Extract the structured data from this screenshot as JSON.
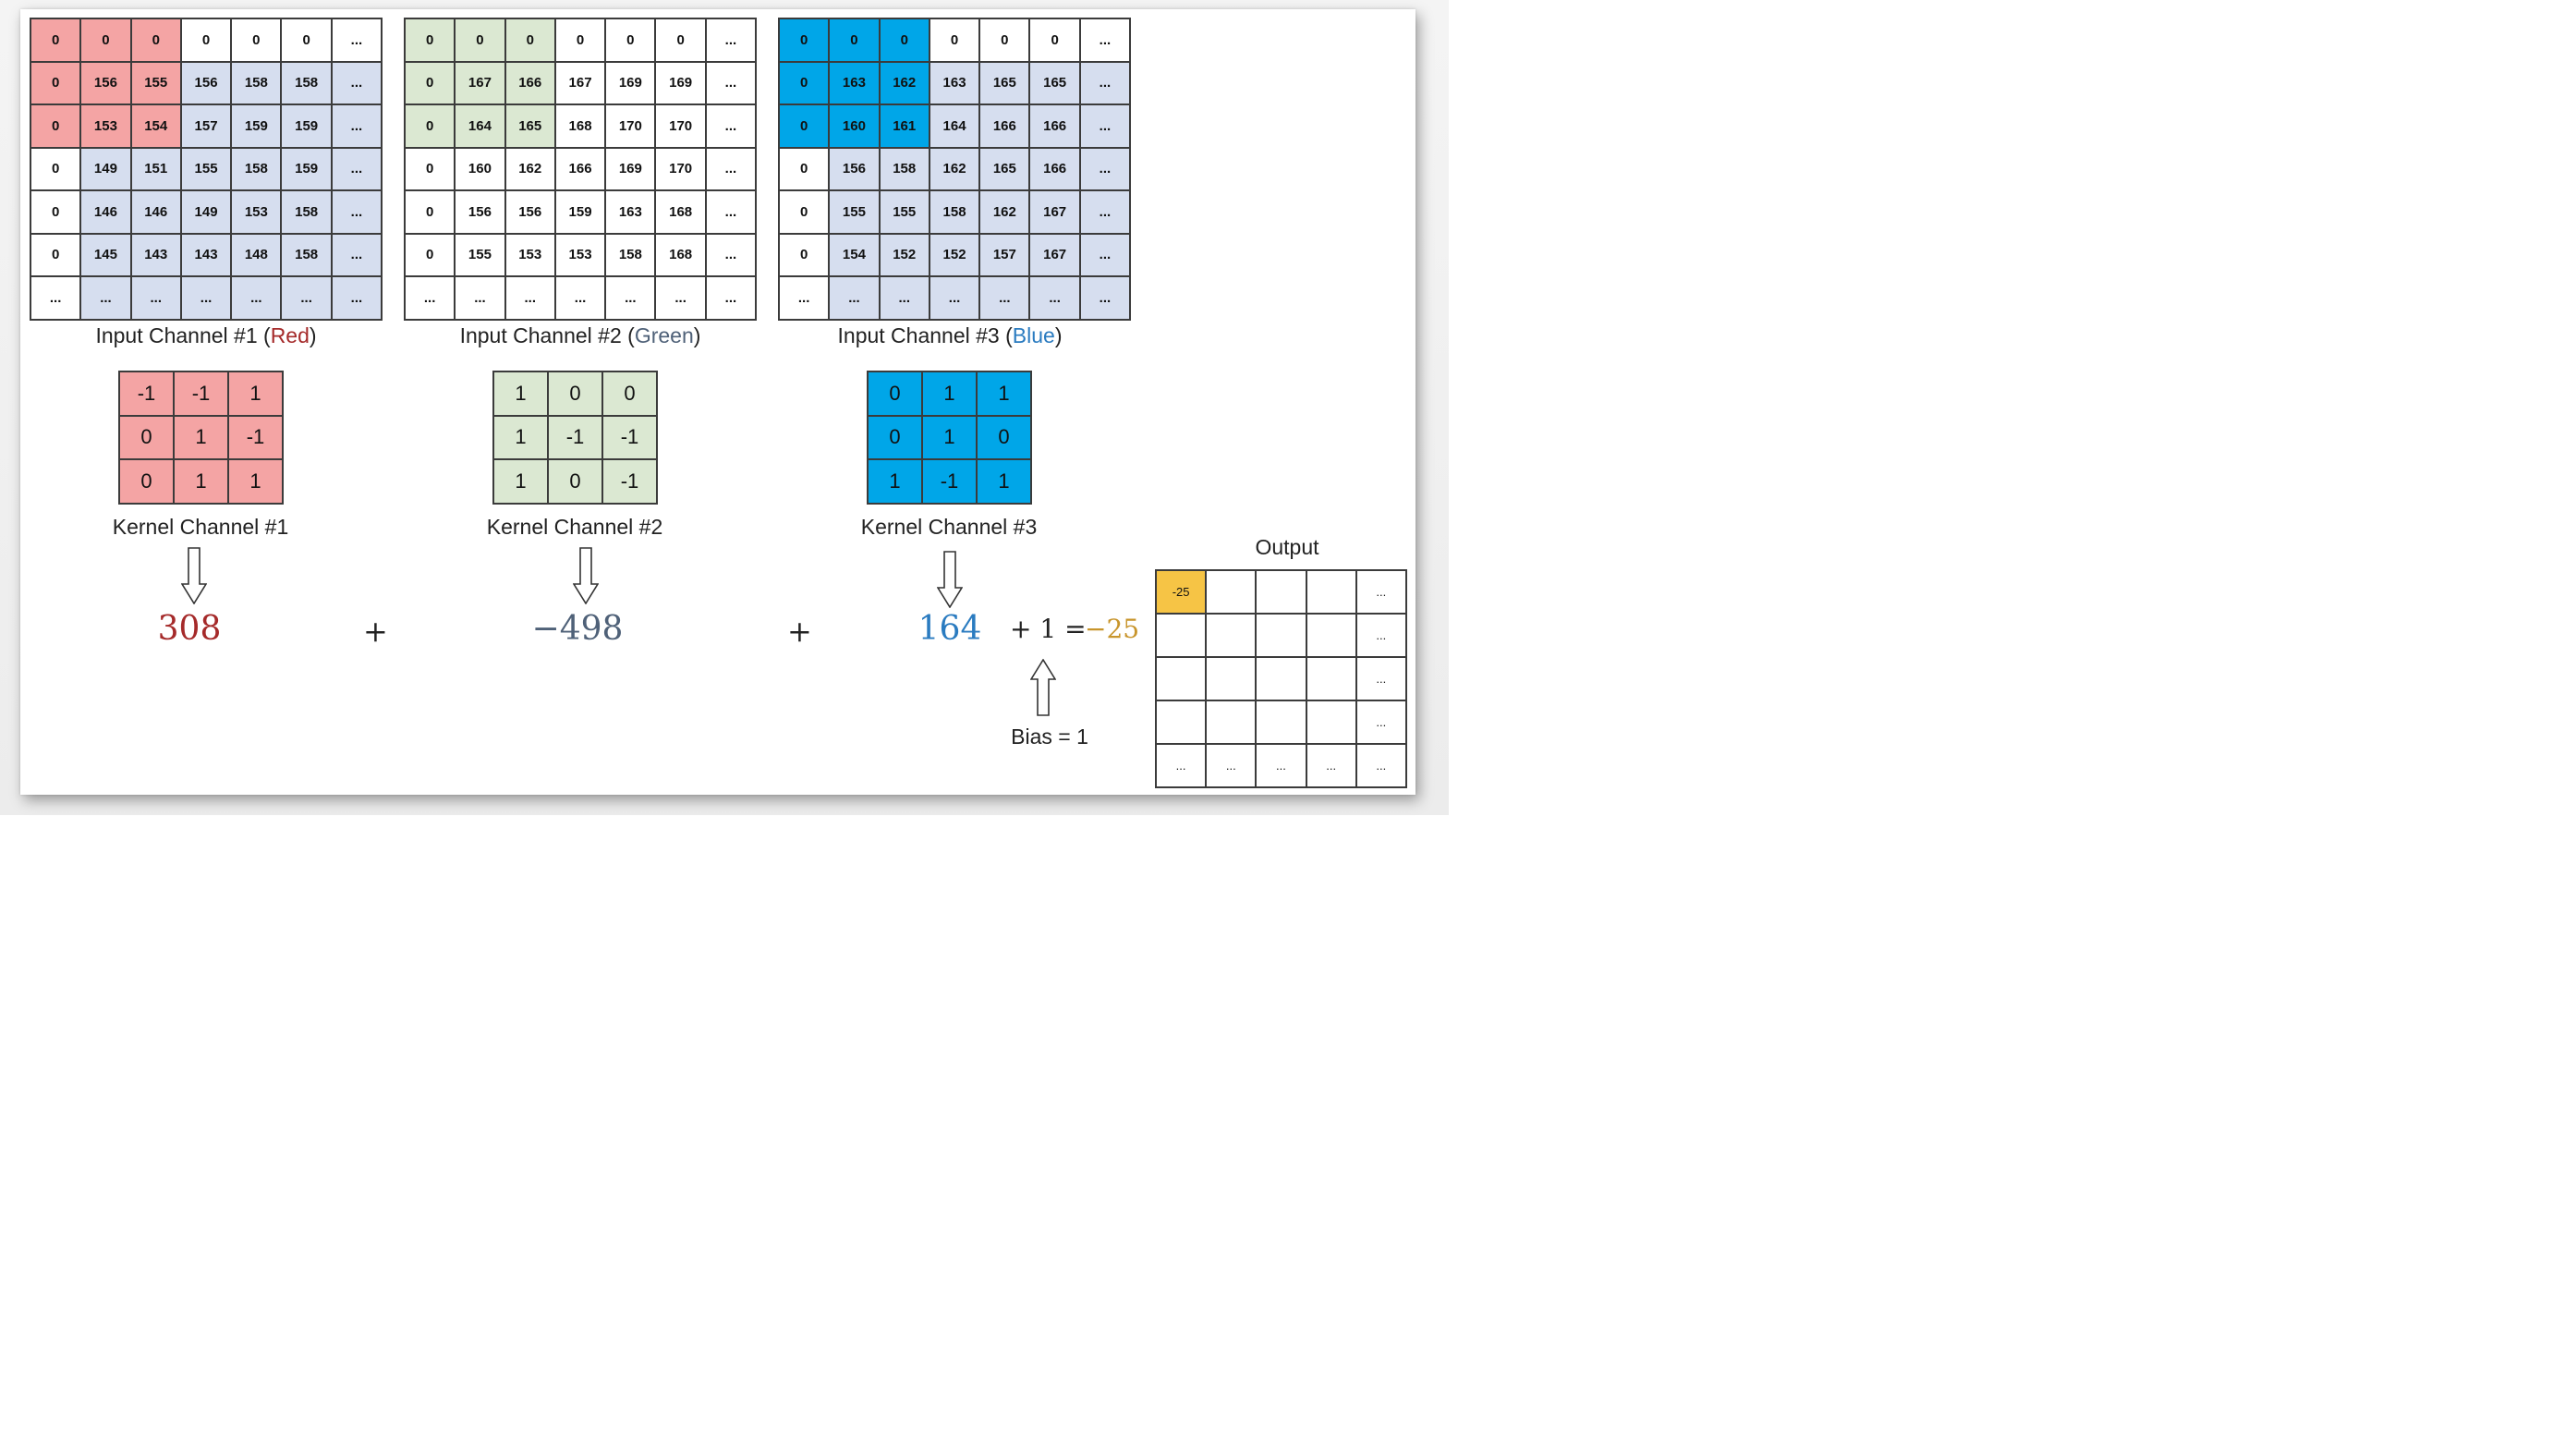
{
  "colors": {
    "red_fill": "#f4a4a4",
    "green_fill": "#dbe8d2",
    "blue_fill": "#00a6e8",
    "gray_fill": "#d6deef",
    "white_fill": "#ffffff",
    "output_highlight": "#f6c445",
    "red_text": "#a52a2a",
    "green_text": "#4f6178",
    "blue_text": "#2a7bc0",
    "result_text": "#c8952c"
  },
  "channels": [
    {
      "caption_prefix": "Input Channel #1 (",
      "caption_color_word": "Red",
      "caption_suffix": ")",
      "highlight": "red",
      "cells": [
        [
          "0",
          "0",
          "0",
          "0",
          "0",
          "0",
          "..."
        ],
        [
          "0",
          "156",
          "155",
          "156",
          "158",
          "158",
          "..."
        ],
        [
          "0",
          "153",
          "154",
          "157",
          "159",
          "159",
          "..."
        ],
        [
          "0",
          "149",
          "151",
          "155",
          "158",
          "159",
          "..."
        ],
        [
          "0",
          "146",
          "146",
          "149",
          "153",
          "158",
          "..."
        ],
        [
          "0",
          "145",
          "143",
          "143",
          "148",
          "158",
          "..."
        ],
        [
          "...",
          "...",
          "...",
          "...",
          "...",
          "...",
          "..."
        ]
      ],
      "kernel_caption": "Kernel Channel #1",
      "kernel": [
        [
          "-1",
          "-1",
          "1"
        ],
        [
          "0",
          "1",
          "-1"
        ],
        [
          "0",
          "1",
          "1"
        ]
      ],
      "result": "308"
    },
    {
      "caption_prefix": "Input Channel #2 (",
      "caption_color_word": "Green",
      "caption_suffix": ")",
      "highlight": "green",
      "cells": [
        [
          "0",
          "0",
          "0",
          "0",
          "0",
          "0",
          "..."
        ],
        [
          "0",
          "167",
          "166",
          "167",
          "169",
          "169",
          "..."
        ],
        [
          "0",
          "164",
          "165",
          "168",
          "170",
          "170",
          "..."
        ],
        [
          "0",
          "160",
          "162",
          "166",
          "169",
          "170",
          "..."
        ],
        [
          "0",
          "156",
          "156",
          "159",
          "163",
          "168",
          "..."
        ],
        [
          "0",
          "155",
          "153",
          "153",
          "158",
          "168",
          "..."
        ],
        [
          "...",
          "...",
          "...",
          "...",
          "...",
          "...",
          "..."
        ]
      ],
      "kernel_caption": "Kernel Channel #2",
      "kernel": [
        [
          "1",
          "0",
          "0"
        ],
        [
          "1",
          "-1",
          "-1"
        ],
        [
          "1",
          "0",
          "-1"
        ]
      ],
      "result": "−498"
    },
    {
      "caption_prefix": "Input Channel #3 (",
      "caption_color_word": "Blue",
      "caption_suffix": ")",
      "highlight": "blue",
      "cells": [
        [
          "0",
          "0",
          "0",
          "0",
          "0",
          "0",
          "..."
        ],
        [
          "0",
          "163",
          "162",
          "163",
          "165",
          "165",
          "..."
        ],
        [
          "0",
          "160",
          "161",
          "164",
          "166",
          "166",
          "..."
        ],
        [
          "0",
          "156",
          "158",
          "162",
          "165",
          "166",
          "..."
        ],
        [
          "0",
          "155",
          "155",
          "158",
          "162",
          "167",
          "..."
        ],
        [
          "0",
          "154",
          "152",
          "152",
          "157",
          "167",
          "..."
        ],
        [
          "...",
          "...",
          "...",
          "...",
          "...",
          "...",
          "..."
        ]
      ],
      "kernel_caption": "Kernel Channel #3",
      "kernel": [
        [
          "0",
          "1",
          "1"
        ],
        [
          "0",
          "1",
          "0"
        ],
        [
          "1",
          "-1",
          "1"
        ]
      ],
      "result": "164"
    }
  ],
  "equation": {
    "plus": "+",
    "bias_part": "+ 1 =",
    "final": "−25",
    "bias_label": "Bias = 1"
  },
  "output": {
    "title": "Output",
    "cells": [
      [
        "-25",
        "",
        "",
        "",
        "..."
      ],
      [
        "",
        "",
        "",
        "",
        "..."
      ],
      [
        "",
        "",
        "",
        "",
        "..."
      ],
      [
        "",
        "",
        "",
        "",
        "..."
      ],
      [
        "...",
        "...",
        "...",
        "...",
        "..."
      ]
    ]
  }
}
